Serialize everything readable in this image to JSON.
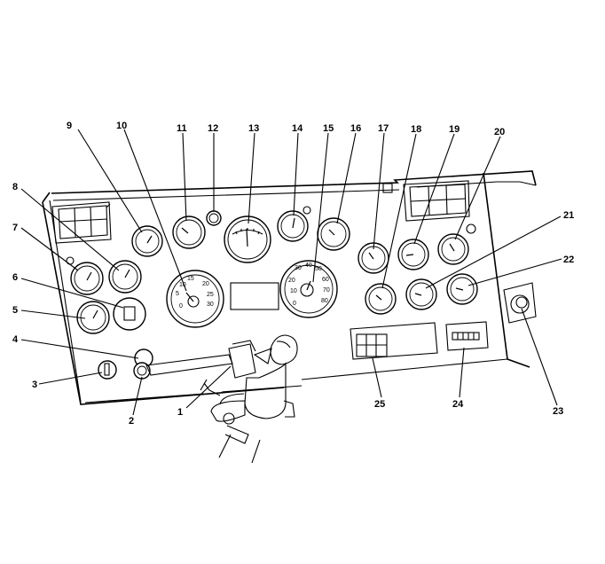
{
  "callouts": [
    {
      "id": "1",
      "label": "1"
    },
    {
      "id": "2",
      "label": "2"
    },
    {
      "id": "3",
      "label": "3"
    },
    {
      "id": "4",
      "label": "4"
    },
    {
      "id": "5",
      "label": "5"
    },
    {
      "id": "6",
      "label": "6"
    },
    {
      "id": "7",
      "label": "7"
    },
    {
      "id": "8",
      "label": "8"
    },
    {
      "id": "9",
      "label": "9"
    },
    {
      "id": "10",
      "label": "10"
    },
    {
      "id": "11",
      "label": "11"
    },
    {
      "id": "12",
      "label": "12"
    },
    {
      "id": "13",
      "label": "13"
    },
    {
      "id": "14",
      "label": "14"
    },
    {
      "id": "15",
      "label": "15"
    },
    {
      "id": "16",
      "label": "16"
    },
    {
      "id": "17",
      "label": "17"
    },
    {
      "id": "18",
      "label": "18"
    },
    {
      "id": "19",
      "label": "19"
    },
    {
      "id": "20",
      "label": "20"
    },
    {
      "id": "21",
      "label": "21"
    },
    {
      "id": "22",
      "label": "22"
    },
    {
      "id": "23",
      "label": "23"
    },
    {
      "id": "24",
      "label": "24"
    },
    {
      "id": "25",
      "label": "25"
    }
  ],
  "tachometer_scale": [
    "5",
    "10",
    "15",
    "20",
    "25",
    "30"
  ],
  "speedometer_scale": [
    "10",
    "20",
    "30",
    "40",
    "50",
    "60",
    "70",
    "80"
  ],
  "speedometer_zero": "0",
  "tachometer_zero": "0"
}
